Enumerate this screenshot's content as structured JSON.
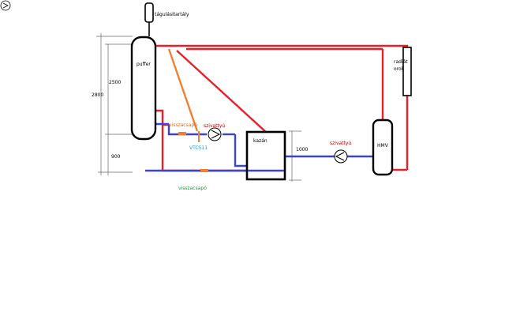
{
  "colors": {
    "supply": "#e8202a",
    "return": "#3a44d0",
    "bypass": "#f08030",
    "outline": "#000000",
    "dim_line": "#666666",
    "label_pump": "#c00000",
    "label_valve_orange": "#e06a10",
    "label_valve_green": "#1a9a3a",
    "label_vtc": "#1a9ae0"
  },
  "labels": {
    "expansion_tank": "tágulásitartály",
    "puffer": "puffer",
    "radiator_line1": "radiát",
    "radiator_line2": "orok",
    "kazan": "kazán",
    "hmv": "HMV",
    "check_valve_top": "visszacsapó",
    "pump_left": "szivattyú",
    "vtc": "VTC511",
    "check_valve_bottom": "visszacsapó",
    "pump_right": "szivattyú"
  },
  "dimensions": {
    "total_height": "2800",
    "puffer_height": "2500",
    "lower_offset": "900",
    "kazan_height": "1000"
  }
}
